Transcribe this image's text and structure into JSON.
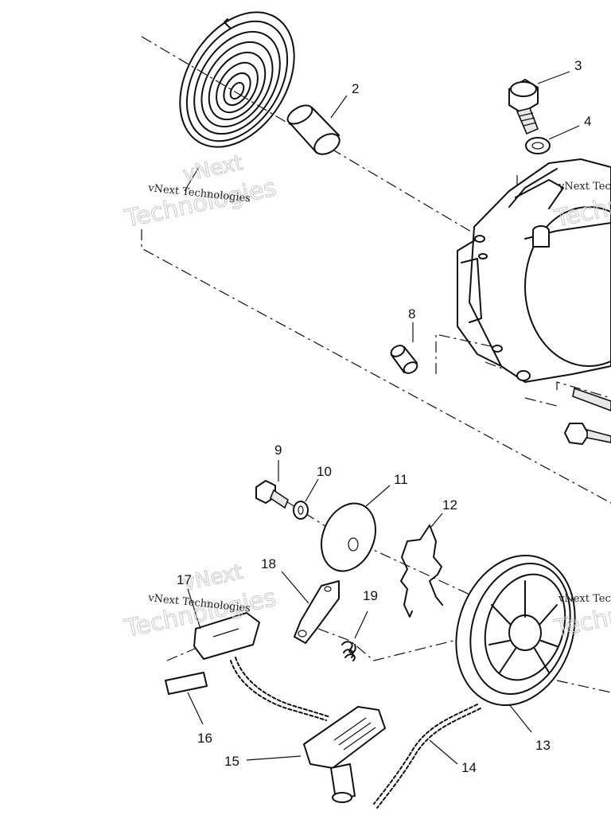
{
  "callouts": {
    "c2": "2",
    "c3": "3",
    "c4": "4",
    "c8": "8",
    "c9": "9",
    "c10": "10",
    "c11": "11",
    "c12": "12",
    "c13": "13",
    "c14": "14",
    "c15": "15",
    "c16": "16",
    "c17": "17",
    "c18": "18",
    "c19": "19"
  },
  "watermark": {
    "line1": "vNext",
    "line2": "Technologies",
    "small": "vNext Technologies"
  }
}
